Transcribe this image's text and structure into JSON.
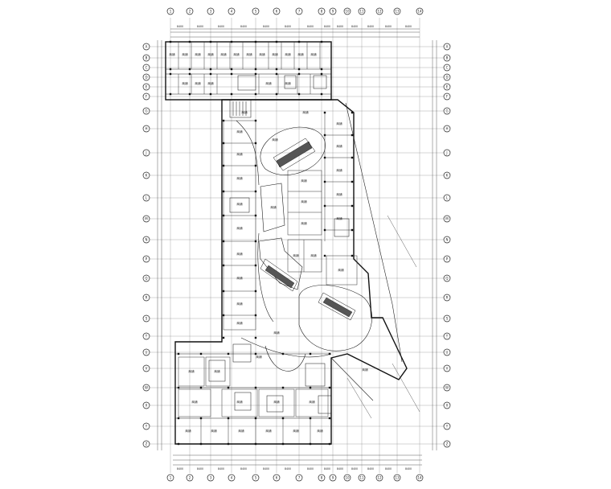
{
  "drawing": {
    "top_axes": [
      "1",
      "2",
      "3",
      "4",
      "5",
      "6",
      "7",
      "8",
      "9",
      "10",
      "11",
      "12",
      "13",
      "14"
    ],
    "bottom_axes": [
      "1",
      "2",
      "3",
      "4",
      "5",
      "6",
      "7",
      "8",
      "9",
      "10",
      "11",
      "12",
      "13",
      "14"
    ],
    "left_axes": [
      "A",
      "B",
      "C",
      "D",
      "E",
      "F",
      "G",
      "H",
      "J",
      "K",
      "L",
      "M",
      "N",
      "P",
      "Q",
      "R",
      "S",
      "T",
      "U",
      "V",
      "W",
      "X",
      "Y",
      "Z"
    ],
    "right_axes": [
      "A",
      "B",
      "C",
      "D",
      "E",
      "F",
      "G",
      "H",
      "J",
      "K",
      "L",
      "M",
      "N",
      "P",
      "Q",
      "R",
      "S",
      "T",
      "U",
      "V",
      "W",
      "X",
      "Y",
      "Z"
    ],
    "room_labels": [
      "商铺",
      "商铺",
      "商铺",
      "商铺",
      "商铺",
      "商铺",
      "商铺",
      "商铺",
      "商铺",
      "商铺",
      "商铺",
      "商铺",
      "商铺",
      "商铺",
      "商铺",
      "商铺",
      "商铺",
      "商铺",
      "商铺",
      "商铺",
      "商铺",
      "商铺",
      "商铺",
      "商铺",
      "商铺",
      "商铺",
      "商铺",
      "商铺",
      "商铺",
      "商铺",
      "商铺",
      "商铺",
      "商铺",
      "商铺",
      "商铺",
      "商铺",
      "商铺",
      "商铺",
      "商铺",
      "商铺",
      "商铺",
      "商铺",
      "商铺",
      "商铺",
      "商铺",
      "商铺",
      "商铺",
      "商铺",
      "商铺",
      "商铺",
      "商铺",
      "商铺",
      "商铺",
      "商铺",
      "商铺",
      "商铺"
    ],
    "dimension_labels": [
      "8400",
      "8400",
      "8400",
      "8400",
      "8400",
      "8400",
      "8400",
      "8400",
      "8400",
      "8400",
      "8400",
      "8400",
      "8400"
    ]
  }
}
